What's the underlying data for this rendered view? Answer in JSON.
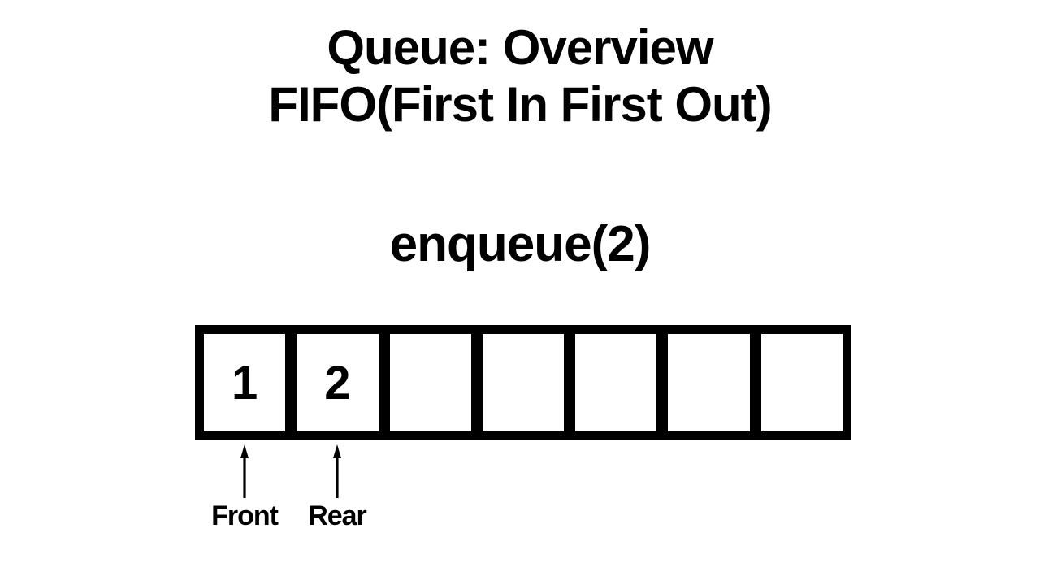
{
  "slide": {
    "background": "#ffffff",
    "text_color": "#000000"
  },
  "title": {
    "line1": "Queue: Overview",
    "line2": "FIFO(First In First Out)"
  },
  "operation": {
    "label": "enqueue(2)"
  },
  "queue": {
    "cell_count": 7,
    "cells": [
      "1",
      "2",
      "",
      "",
      "",
      "",
      ""
    ],
    "border_color": "#000000",
    "cell_background": "#ffffff"
  },
  "pointers": {
    "front": {
      "label": "Front",
      "points_to_cell_index": 0
    },
    "rear": {
      "label": "Rear",
      "points_to_cell_index": 1
    }
  }
}
